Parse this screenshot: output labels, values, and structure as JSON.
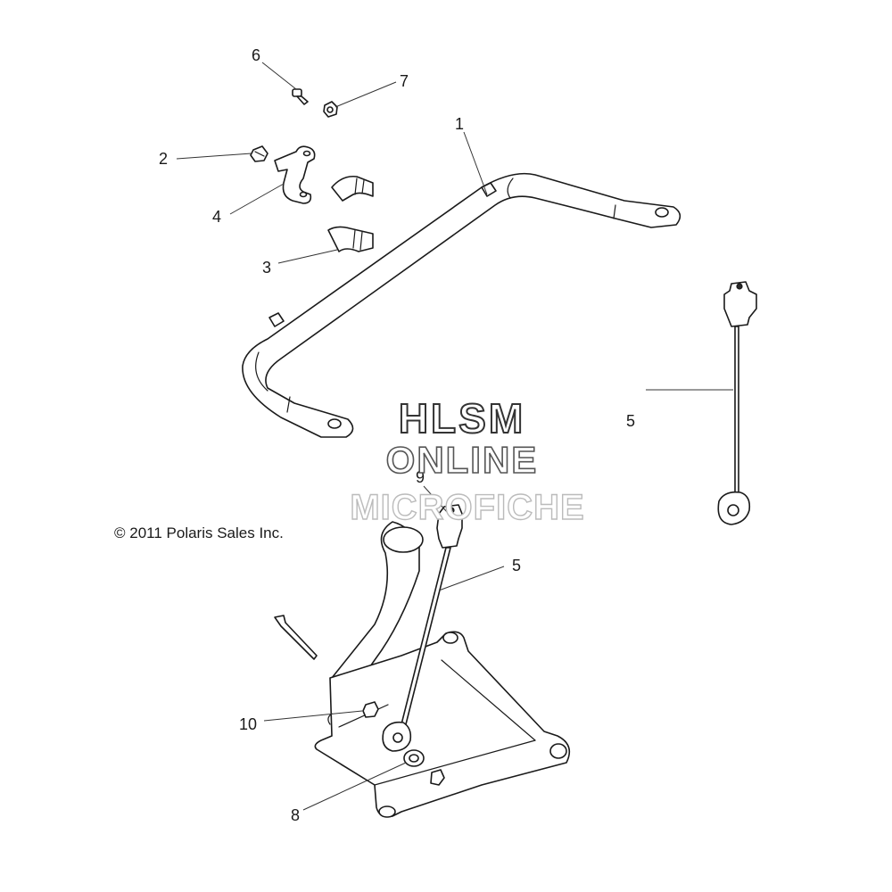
{
  "callouts": {
    "c1": "1",
    "c2": "2",
    "c3": "3",
    "c4": "4",
    "c5a": "5",
    "c5b": "5",
    "c6": "6",
    "c7": "7",
    "c8": "8",
    "c9": "9",
    "c10": "10"
  },
  "copyright": "© 2011 Polaris Sales Inc.",
  "watermark": {
    "line1": "HLSM",
    "line2": "ONLINE",
    "line3": "MICROFICHE"
  }
}
